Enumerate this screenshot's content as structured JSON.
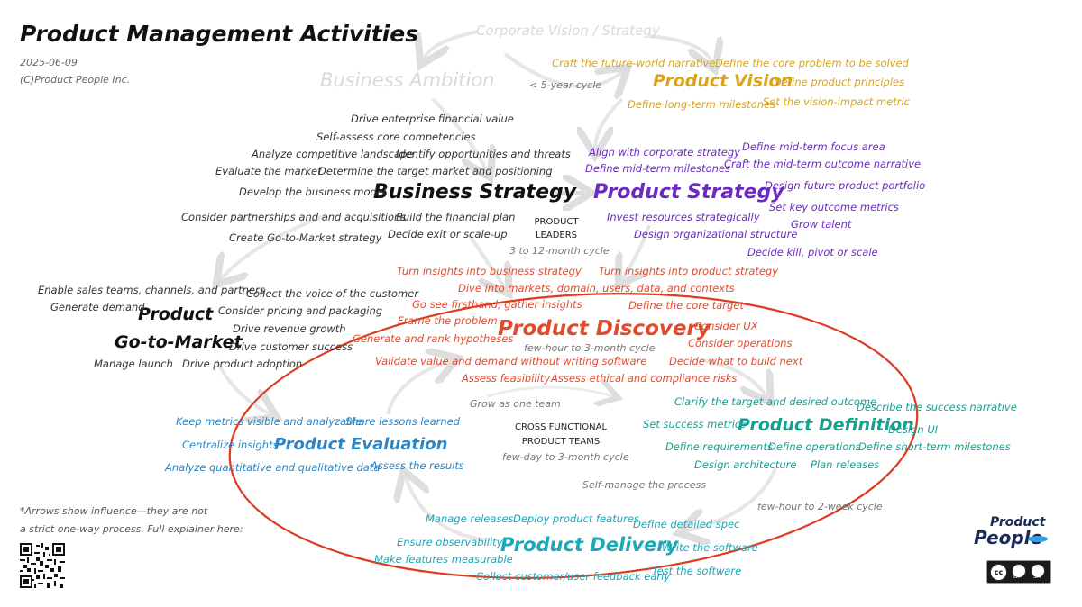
{
  "header": {
    "title": "Product Management Activities",
    "date": "2025-06-09",
    "copyright": "(C)Product People Inc."
  },
  "footnote": {
    "line1": "*Arrows show influence—they are not",
    "line2": "a strict one-way process. Full explainer here:"
  },
  "colors": {
    "ellipse": "#e03a1f",
    "arrows": "#e6e6e6",
    "gold": "#d9a419",
    "purple": "#6c2bc0",
    "red": "#e24a2c",
    "teal": "#1aa08f",
    "cyan": "#1ba8b8",
    "blue": "#2a85c4"
  },
  "corporate": {
    "label": "Corporate Vision / Strategy",
    "ambition": "Business Ambition",
    "cycle": "< 5-year cycle"
  },
  "vision": {
    "title": "Product Vision",
    "activities": [
      "Craft the future-world narrative",
      "Define the core problem to be solved",
      "Define product principles",
      "Define long-term milestones",
      "Set the vision-impact metric"
    ]
  },
  "business_strategy": {
    "title": "Business Strategy",
    "activities": [
      "Drive enterprise financial value",
      "Self-assess core competencies",
      "Analyze competitive landscape",
      "Identify opportunities and threats",
      "Evaluate the market",
      "Determine the target market and positioning",
      "Develop the business model",
      "Consider partnerships and and acquisitions",
      "Build the financial plan",
      "Create Go-to-Market strategy",
      "Decide exit or scale-up"
    ]
  },
  "leaders": {
    "line1": "PRODUCT",
    "line2": "LEADERS",
    "cycle": "3 to 12-month cycle"
  },
  "product_strategy": {
    "title": "Product Strategy",
    "activities": [
      "Align with corporate strategy",
      "Define mid-term focus area",
      "Define mid-term milestones",
      "Craft the mid-term outcome narrative",
      "Design future product portfolio",
      "Set key outcome metrics",
      "Invest resources strategically",
      "Grow talent",
      "Design organizational structure",
      "Decide kill, pivot or scale"
    ]
  },
  "gtm": {
    "title_line1": "Product",
    "title_line2": "Go-to-Market",
    "activities": [
      "Enable sales teams, channels, and partners",
      "Collect the voice of the customer",
      "Generate demand",
      "Consider pricing and packaging",
      "Drive revenue growth",
      "Drive customer success",
      "Manage launch",
      "Drive product adoption"
    ]
  },
  "discovery": {
    "title": "Product Discovery",
    "cycle": "few-hour to 3-month cycle",
    "activities": [
      "Turn insights into business strategy",
      "Turn insights into product strategy",
      "Dive into markets, domain, users, data, and contexts",
      "Go see firsthand, gather insights",
      "Define the core target",
      "Frame the problem",
      "Consider UX",
      "Generate and rank hypotheses",
      "Consider operations",
      "Validate value and demand without writing software",
      "Decide what to build next",
      "Assess feasibility",
      "Assess ethical and compliance risks"
    ]
  },
  "team": {
    "grow": "Grow as one team",
    "line1": "CROSS FUNCTIONAL",
    "line2": "PRODUCT TEAMS",
    "cycle": "few-day to 3-month cycle",
    "self_manage": "Self-manage the process"
  },
  "definition": {
    "title": "Product Definition",
    "cycle": "few-hour to 2-week cycle",
    "activities": [
      "Clarify the target and desired outcome",
      "Describe the success narrative",
      "Set success metrics",
      "Design UI",
      "Define requirements",
      "Define operations",
      "Define short-term milestones",
      "Design architecture",
      "Plan releases"
    ]
  },
  "evaluation": {
    "title": "Product Evaluation",
    "activities": [
      "Keep metrics visible and analyzable",
      "Share lessons learned",
      "Centralize insights",
      "Analyze quantitative and qualitative data",
      "Assess the results"
    ]
  },
  "delivery": {
    "title": "Product Delivery",
    "activities": [
      "Manage releases",
      "Deploy product features",
      "Define detailed spec",
      "Ensure observability",
      "Write the software",
      "Make features measurable",
      "Collect customer/user feedback early",
      "Test the software"
    ]
  },
  "logo": {
    "line1": "Product",
    "line2": "People"
  },
  "license": {
    "by": "BY",
    "sa": "SA"
  }
}
